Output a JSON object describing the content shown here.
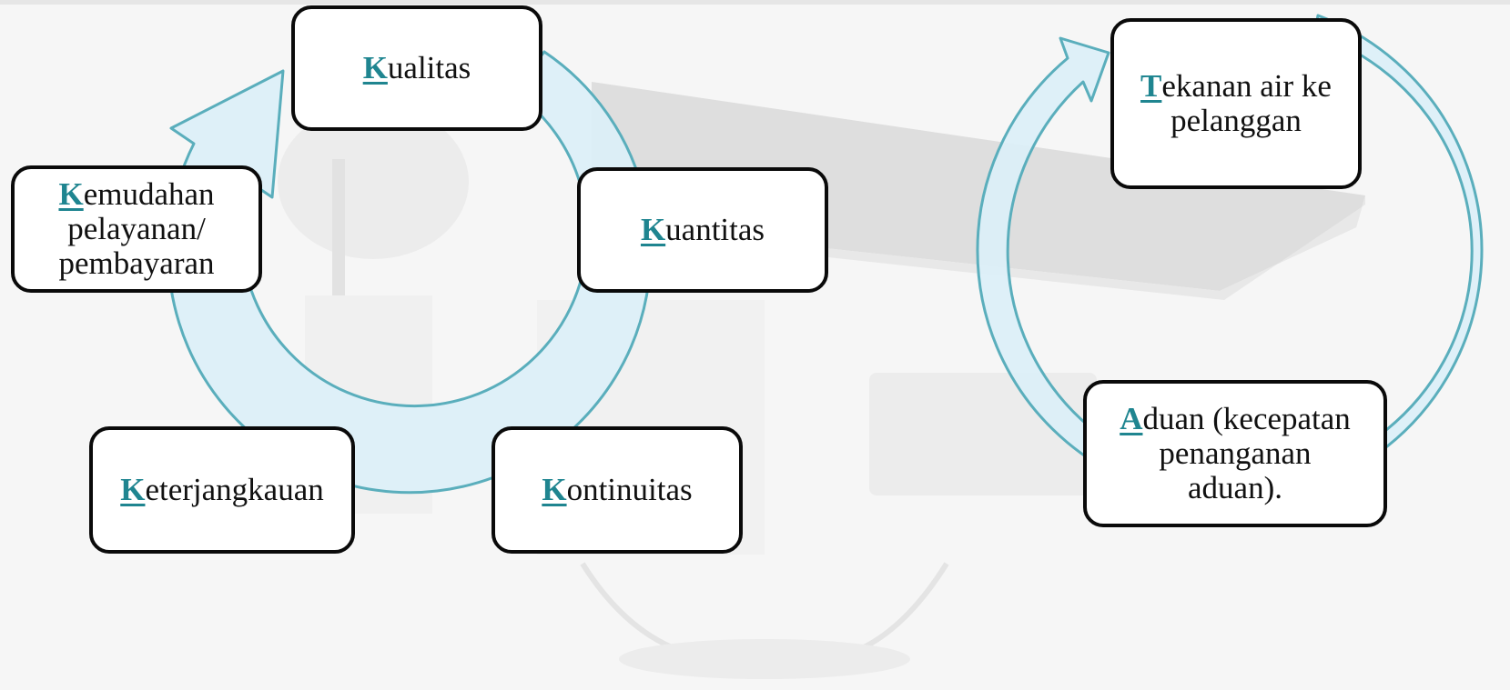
{
  "colors": {
    "arrow_fill": "#dcf0f8",
    "arrow_stroke": "#5aaebc",
    "accent_text": "#1f8590",
    "box_border": "#0a0a0a",
    "background": "#f6f6f6"
  },
  "left_cycle": {
    "nodes": [
      {
        "lead": "K",
        "rest": "ualitas"
      },
      {
        "lead": "K",
        "rest": "uantitas"
      },
      {
        "lead": "K",
        "rest": "ontinuitas"
      },
      {
        "lead": "K",
        "rest": "eterjangkauan"
      },
      {
        "lead": "K",
        "rest": "emudahan",
        "line2": "pelayanan/",
        "line3": "pembayaran"
      }
    ]
  },
  "right_cycle": {
    "nodes": [
      {
        "lead": "T",
        "rest": "ekanan air ke",
        "line2": "pelanggan"
      },
      {
        "lead": "A",
        "rest": "duan (kecepatan",
        "line2": "penanganan",
        "line3": "aduan)."
      }
    ]
  }
}
